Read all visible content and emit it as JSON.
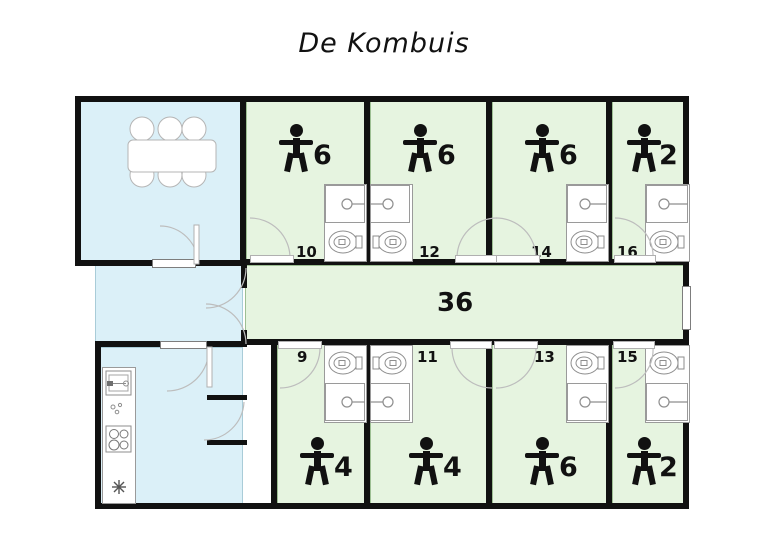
{
  "title": "De Kombuis",
  "building": {
    "corridor": {
      "label": "36",
      "name": "central-corridor"
    },
    "rooms_top": [
      {
        "number": "10",
        "capacity": "6"
      },
      {
        "number": "12",
        "capacity": "6"
      },
      {
        "number": "14",
        "capacity": "6"
      },
      {
        "number": "16",
        "capacity": "2"
      }
    ],
    "rooms_bottom": [
      {
        "number": "9",
        "capacity": "4"
      },
      {
        "number": "11",
        "capacity": "4"
      },
      {
        "number": "13",
        "capacity": "6"
      },
      {
        "number": "15",
        "capacity": "2"
      }
    ],
    "other_spaces": [
      {
        "name": "dining-room",
        "furniture": "dining-table-with-six-chairs"
      },
      {
        "name": "hallway",
        "furniture": "none"
      },
      {
        "name": "kitchen",
        "furniture": "sink-counter-stove-fridge"
      }
    ]
  },
  "colors": {
    "bedroom_fill": "#e6f4e0",
    "common_fill": "#dbf0f8",
    "wall": "#111111",
    "fixture_outline": "#9a9a9a"
  },
  "icons": {
    "person": "person-icon",
    "toilet": "toilet-icon",
    "basin": "washbasin-icon",
    "stove": "stove-icon",
    "fridge": "fridge-icon",
    "sink": "kitchen-sink-icon"
  }
}
